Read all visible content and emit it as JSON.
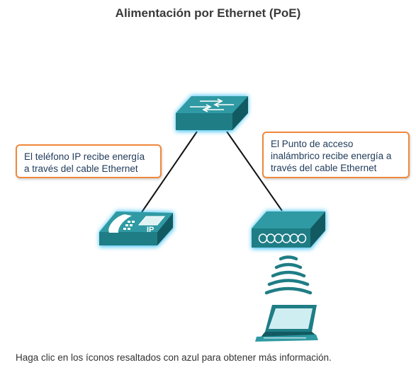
{
  "title": "Alimentación por Ethernet (PoE)",
  "callouts": {
    "phone": {
      "lines": [
        "El teléfono IP recibe energía",
        "a través del cable Ethernet"
      ]
    },
    "access_point": {
      "lines": [
        "El Punto de acceso",
        "inalámbrico recibe energía a",
        "través del cable Ethernet"
      ]
    }
  },
  "devices": {
    "phone_label": "IP"
  },
  "footer": "Haga clic en los íconos resaltados con azul para obtener más información.",
  "colors": {
    "device_teal": "#1f7d85",
    "highlight_blue": "#22b8f0",
    "callout_border": "#f0883c",
    "callout_text": "#1f3a5a"
  }
}
